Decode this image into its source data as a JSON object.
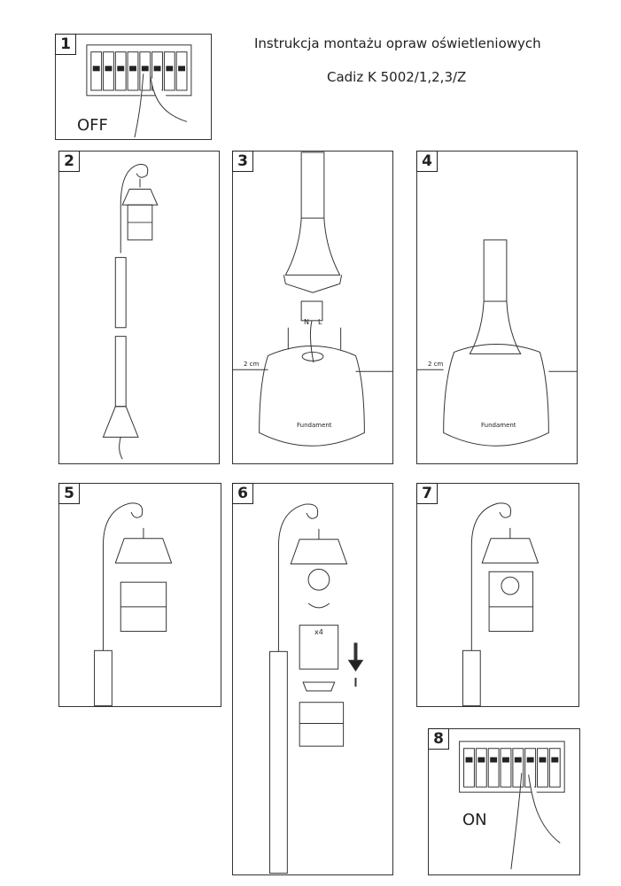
{
  "header": {
    "title": "Instrukcja montażu opraw oświetleniowych",
    "subtitle": "Cadiz K 5002/1,2,3/Z"
  },
  "steps": [
    {
      "number": "1",
      "label": "OFF"
    },
    {
      "number": "2"
    },
    {
      "number": "3",
      "gap_label": "2 cm",
      "base_label": "Fundament",
      "terminal_labels": [
        "N",
        "L"
      ]
    },
    {
      "number": "4",
      "gap_label": "2 cm",
      "base_label": "Fundament"
    },
    {
      "number": "5"
    },
    {
      "number": "6",
      "glass_count": "x4"
    },
    {
      "number": "7"
    },
    {
      "number": "8",
      "label": "ON"
    }
  ]
}
